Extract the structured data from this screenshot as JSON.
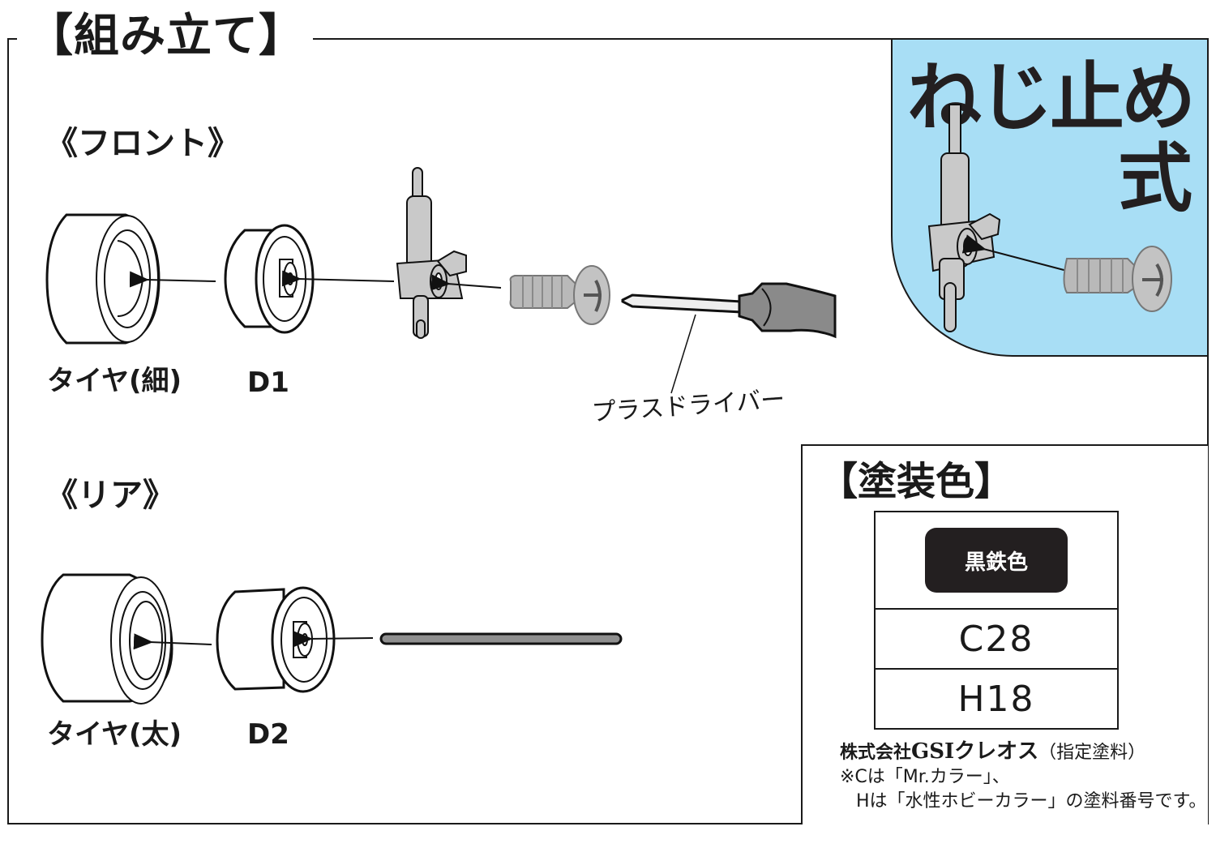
{
  "page": {
    "title": "【組み立て】"
  },
  "front": {
    "heading": "《フロント》",
    "tire_label": "タイヤ(細)",
    "wheel_label": "D1",
    "tool_label": "プラスドライバー"
  },
  "rear": {
    "heading": "《リア》",
    "tire_label": "タイヤ(太)",
    "wheel_label": "D2"
  },
  "screw_callout": {
    "title": "ねじ止め",
    "subtitle": "式",
    "background_color": "#a8def5"
  },
  "paint": {
    "heading": "【塗装色】",
    "color_name": "黒鉄色",
    "swatch_color": "#231f20",
    "codes": [
      "C28",
      "H18"
    ],
    "maker_prefix": "株式会社",
    "maker_brand": "GSIクレオス",
    "maker_note": "（指定塗料）",
    "footnote_line1": "※Cは「Mr.カラー」、",
    "footnote_line2": "Hは「水性ホビーカラー」の塗料番号です。"
  }
}
